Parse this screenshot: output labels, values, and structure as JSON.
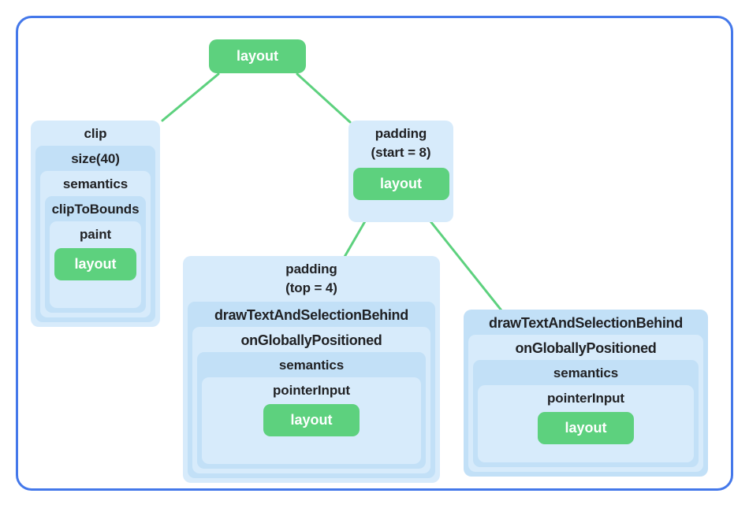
{
  "colors": {
    "frame_border": "#4478ea",
    "node_green": "#5dd17e",
    "node_blue_light": "#d7ebfb",
    "node_blue_medium": "#c2e0f7",
    "connector_line": "#5dd17e",
    "text": "#202124"
  },
  "nodes": {
    "root": {
      "label": "layout"
    },
    "clip": {
      "title": "clip",
      "levels": [
        "size(40)",
        "semantics",
        "clipToBounds",
        "paint"
      ],
      "leaf": "layout"
    },
    "padding_start": {
      "line1": "padding",
      "line2": "(start = 8)",
      "leaf": "layout"
    },
    "padding_top": {
      "line1": "padding",
      "line2": "(top = 4)",
      "levels": [
        "drawTextAndSelectionBehind",
        "onGloballyPositioned",
        "semantics",
        "pointerInput"
      ],
      "leaf": "layout"
    },
    "draw_text": {
      "title": "drawTextAndSelectionBehind",
      "levels": [
        "onGloballyPositioned",
        "semantics",
        "pointerInput"
      ],
      "leaf": "layout"
    }
  }
}
